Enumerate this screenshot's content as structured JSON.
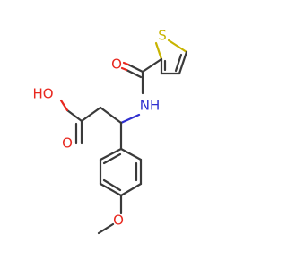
{
  "molecule": {
    "atoms": {
      "sulfur": "S",
      "carbonyl_oxygen_amide": "O",
      "amide_nitrogen": "NH",
      "hydroxyl": "HO",
      "carbonyl_oxygen_acid": "O",
      "ether_oxygen": "O"
    }
  },
  "colors": {
    "bond": "#3a3a3a",
    "oxygen": "#e8281f",
    "nitrogen": "#2f2fd0",
    "sulfur": "#c8b400"
  }
}
